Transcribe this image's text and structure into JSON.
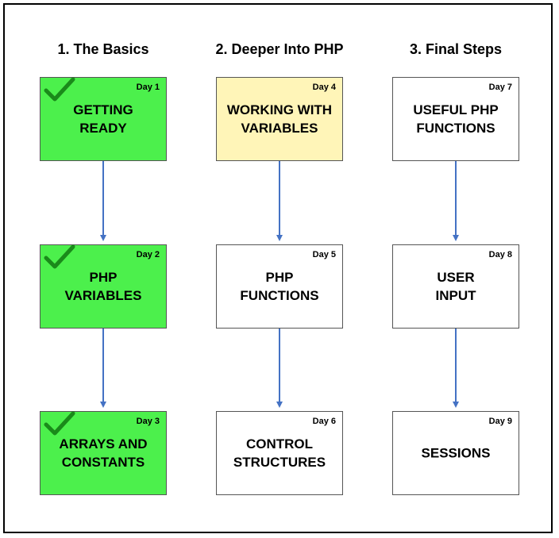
{
  "columns": [
    {
      "title": "1. The Basics",
      "steps": [
        {
          "day": "Day 1",
          "lines": [
            "GETTING",
            "READY"
          ],
          "status": "done"
        },
        {
          "day": "Day 2",
          "lines": [
            "PHP",
            "VARIABLES"
          ],
          "status": "done"
        },
        {
          "day": "Day 3",
          "lines": [
            "ARRAYS AND",
            "CONSTANTS"
          ],
          "status": "done"
        }
      ]
    },
    {
      "title": "2. Deeper Into PHP",
      "steps": [
        {
          "day": "Day 4",
          "lines": [
            "WORKING WITH",
            "VARIABLES"
          ],
          "status": "current"
        },
        {
          "day": "Day 5",
          "lines": [
            "PHP",
            "FUNCTIONS"
          ],
          "status": "todo"
        },
        {
          "day": "Day 6",
          "lines": [
            "CONTROL",
            "STRUCTURES"
          ],
          "status": "todo"
        }
      ]
    },
    {
      "title": "3. Final Steps",
      "steps": [
        {
          "day": "Day 7",
          "lines": [
            "USEFUL PHP",
            "FUNCTIONS"
          ],
          "status": "todo"
        },
        {
          "day": "Day 8",
          "lines": [
            "USER",
            "INPUT"
          ],
          "status": "todo"
        },
        {
          "day": "Day 9",
          "lines": [
            "SESSIONS"
          ],
          "status": "todo"
        }
      ]
    }
  ],
  "colors": {
    "done": "#4cf04c",
    "current": "#fff5b8",
    "todo": "#ffffff",
    "arrow": "#4472c4",
    "check": "#1a8a1a"
  },
  "icons": {
    "check": "checkmark-icon",
    "arrow": "arrow-down-icon"
  }
}
